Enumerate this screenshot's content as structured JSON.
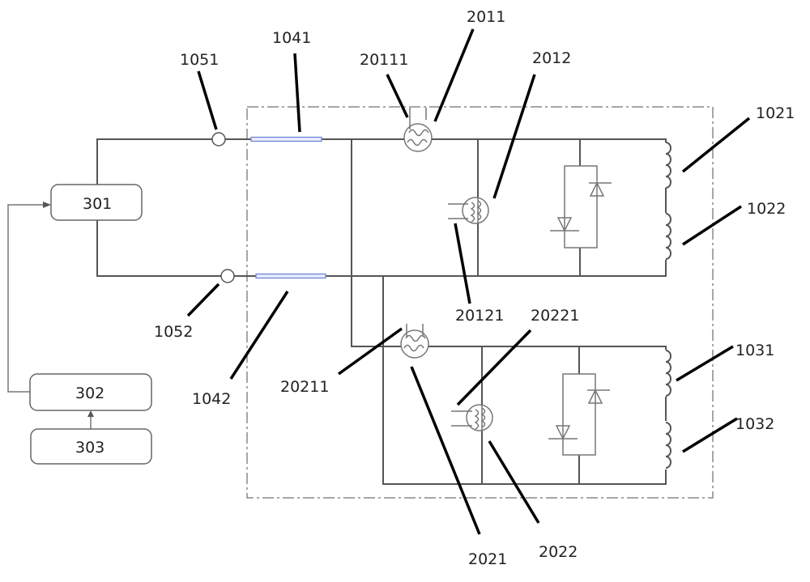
{
  "labels": {
    "l1051": "1051",
    "l1041": "1041",
    "l20111": "20111",
    "l2011": "2011",
    "l2012": "2012",
    "l1021": "1021",
    "l1022": "1022",
    "l1052": "1052",
    "l1042": "1042",
    "l20121": "20121",
    "l20221": "20221",
    "l20211": "20211",
    "l1031": "1031",
    "l1032": "1032",
    "l2021": "2021",
    "l2022": "2022"
  },
  "blocks": {
    "b301": "301",
    "b302": "302",
    "b303": "303"
  },
  "colors": {
    "wire": "#555555",
    "rod": "#6a7fd0",
    "leader": "#000000"
  }
}
